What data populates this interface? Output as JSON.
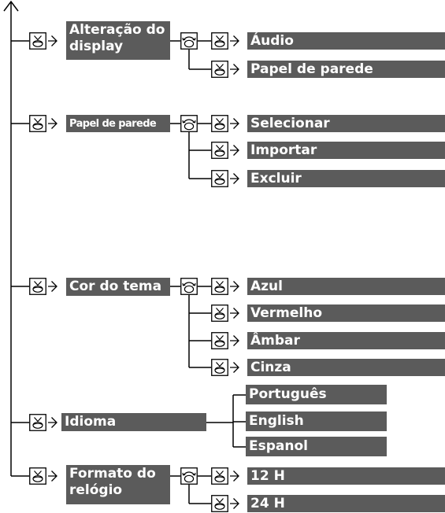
{
  "menu": {
    "groups": [
      {
        "id": "display",
        "label": "Alteração do display",
        "options": [
          "Áudio",
          "Papel de parede"
        ]
      },
      {
        "id": "wallpaper",
        "label": "Papel de parede",
        "options": [
          "Selecionar",
          "Importar",
          "Excluir"
        ]
      },
      {
        "id": "theme",
        "label": "Cor do tema",
        "options": [
          "Azul",
          "Vermelho",
          "Âmbar",
          "Cinza"
        ]
      },
      {
        "id": "language",
        "label": "Idioma",
        "options": [
          "Português",
          "English",
          "Espanol"
        ]
      },
      {
        "id": "clock",
        "label": "Formato do relógio",
        "options": [
          "12 H",
          "24 H"
        ]
      }
    ]
  },
  "icons": {
    "select_knob": "interface-dial-press-icon",
    "rotate_knob": "interface-dial-rotate-icon",
    "arrow": "right-arrow-icon"
  },
  "colors": {
    "box_fill": "#5b5b5b",
    "box_text": "#ffffff",
    "line": "#000000"
  }
}
